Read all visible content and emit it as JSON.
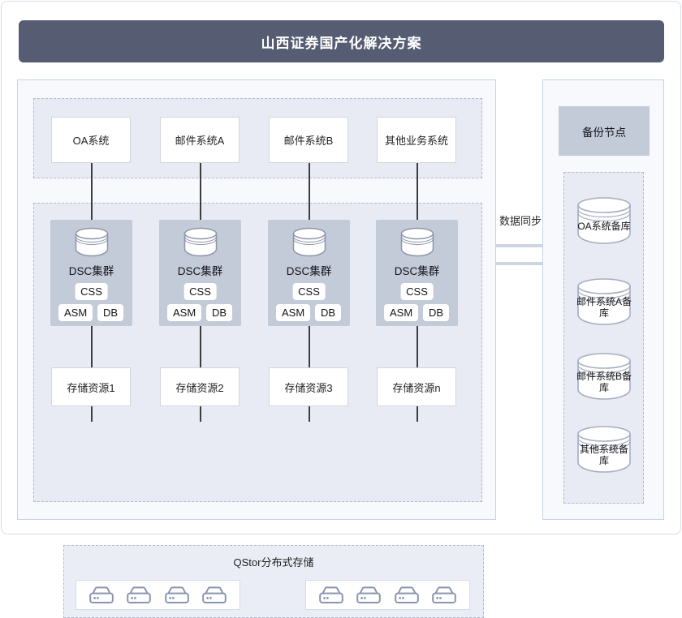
{
  "title": "山西证券国产化解决方案",
  "cluster": {
    "label": "DSC集群",
    "chips": [
      "CSS",
      "ASM",
      "DB"
    ]
  },
  "columns": [
    {
      "system": "OA系统",
      "storage": "存储资源1"
    },
    {
      "system": "邮件系统A",
      "storage": "存储资源2"
    },
    {
      "system": "邮件系统B",
      "storage": "存储资源3"
    },
    {
      "system": "其他业务系统",
      "storage": "存储资源n"
    }
  ],
  "qstor": {
    "title": "QStor分布式存储"
  },
  "sync": {
    "label": "数据同步"
  },
  "backup": {
    "header": "备份节点",
    "databases": [
      "OA系统备库",
      "邮件系统A备库",
      "邮件系统B备库",
      "其他系统备库"
    ]
  },
  "colors": {
    "title_bar": "#565c72",
    "node_gray": "#c3cad8",
    "panel_bg": "#f7f9fd",
    "panel_border": "#c7d3e9",
    "dashed_bg": "#e9ebf4",
    "sync_line": "#cdd4e2",
    "drive_icon": "#8b94ae"
  }
}
